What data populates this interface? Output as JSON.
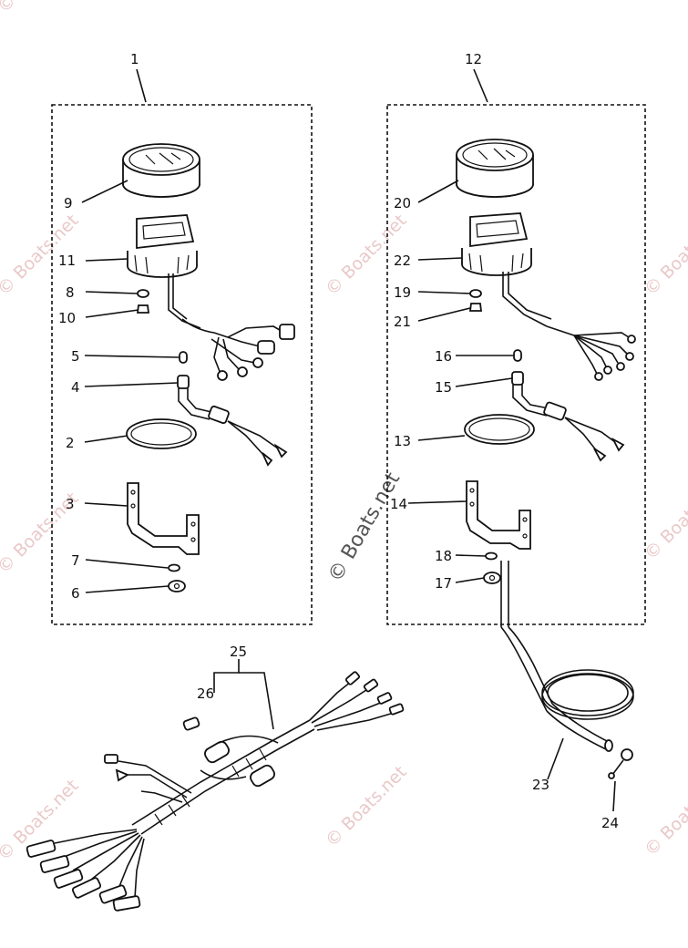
{
  "callouts": {
    "c1": "1",
    "c2": "2",
    "c3": "3",
    "c4": "4",
    "c5": "5",
    "c6": "6",
    "c7": "7",
    "c8": "8",
    "c9": "9",
    "c10": "10",
    "c11": "11",
    "c12": "12",
    "c13": "13",
    "c14": "14",
    "c15": "15",
    "c16": "16",
    "c17": "17",
    "c18": "18",
    "c19": "19",
    "c20": "20",
    "c21": "21",
    "c22": "22",
    "c23": "23",
    "c24": "24",
    "c25": "25",
    "c26": "26"
  },
  "watermark": {
    "text": "© Boats.net"
  }
}
